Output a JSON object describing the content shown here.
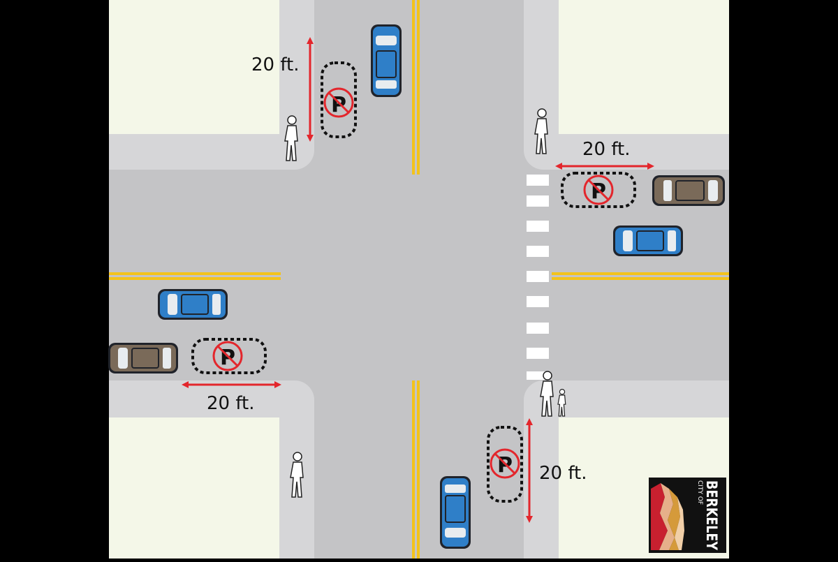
{
  "diagram": {
    "labels": {
      "nw_vertical": "20 ft.",
      "ne_horizontal": "20 ft.",
      "sw_horizontal": "20 ft.",
      "se_vertical": "20 ft."
    },
    "no_parking_letter": "P",
    "logo": {
      "small_text": "CITY OF",
      "large_text": "BERKELEY"
    }
  },
  "colors": {
    "background": "#000000",
    "block": "#f4f7e8",
    "sidewalk": "#d6d6d8",
    "road": "#c4c4c6",
    "center_line": "#f3c31b",
    "crosswalk": "#ffffff",
    "measure_arrow": "#e3262c",
    "no_parking_circle": "#e3262c",
    "car_blue": "#2f7fc8",
    "car_brown": "#7a6a59",
    "pedestrian": "#ffffff"
  }
}
